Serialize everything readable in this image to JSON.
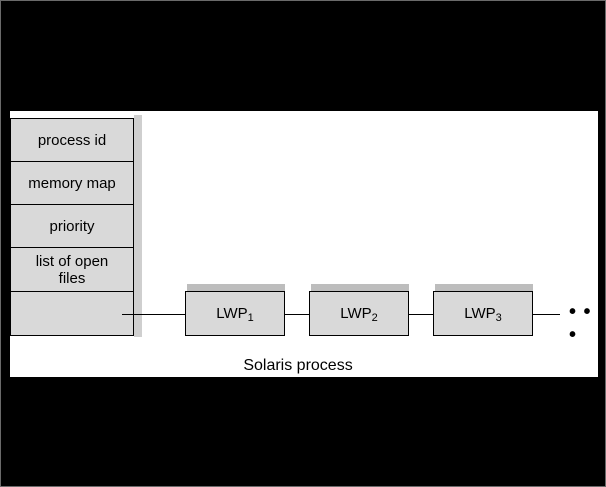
{
  "fields": [
    "process id",
    "memory map",
    "priority",
    "list of open files",
    ""
  ],
  "lwps": [
    {
      "label": "LWP",
      "sub": "1"
    },
    {
      "label": "LWP",
      "sub": "2"
    },
    {
      "label": "LWP",
      "sub": "3"
    }
  ],
  "ellipsis": "• • •",
  "caption": "Solaris process"
}
